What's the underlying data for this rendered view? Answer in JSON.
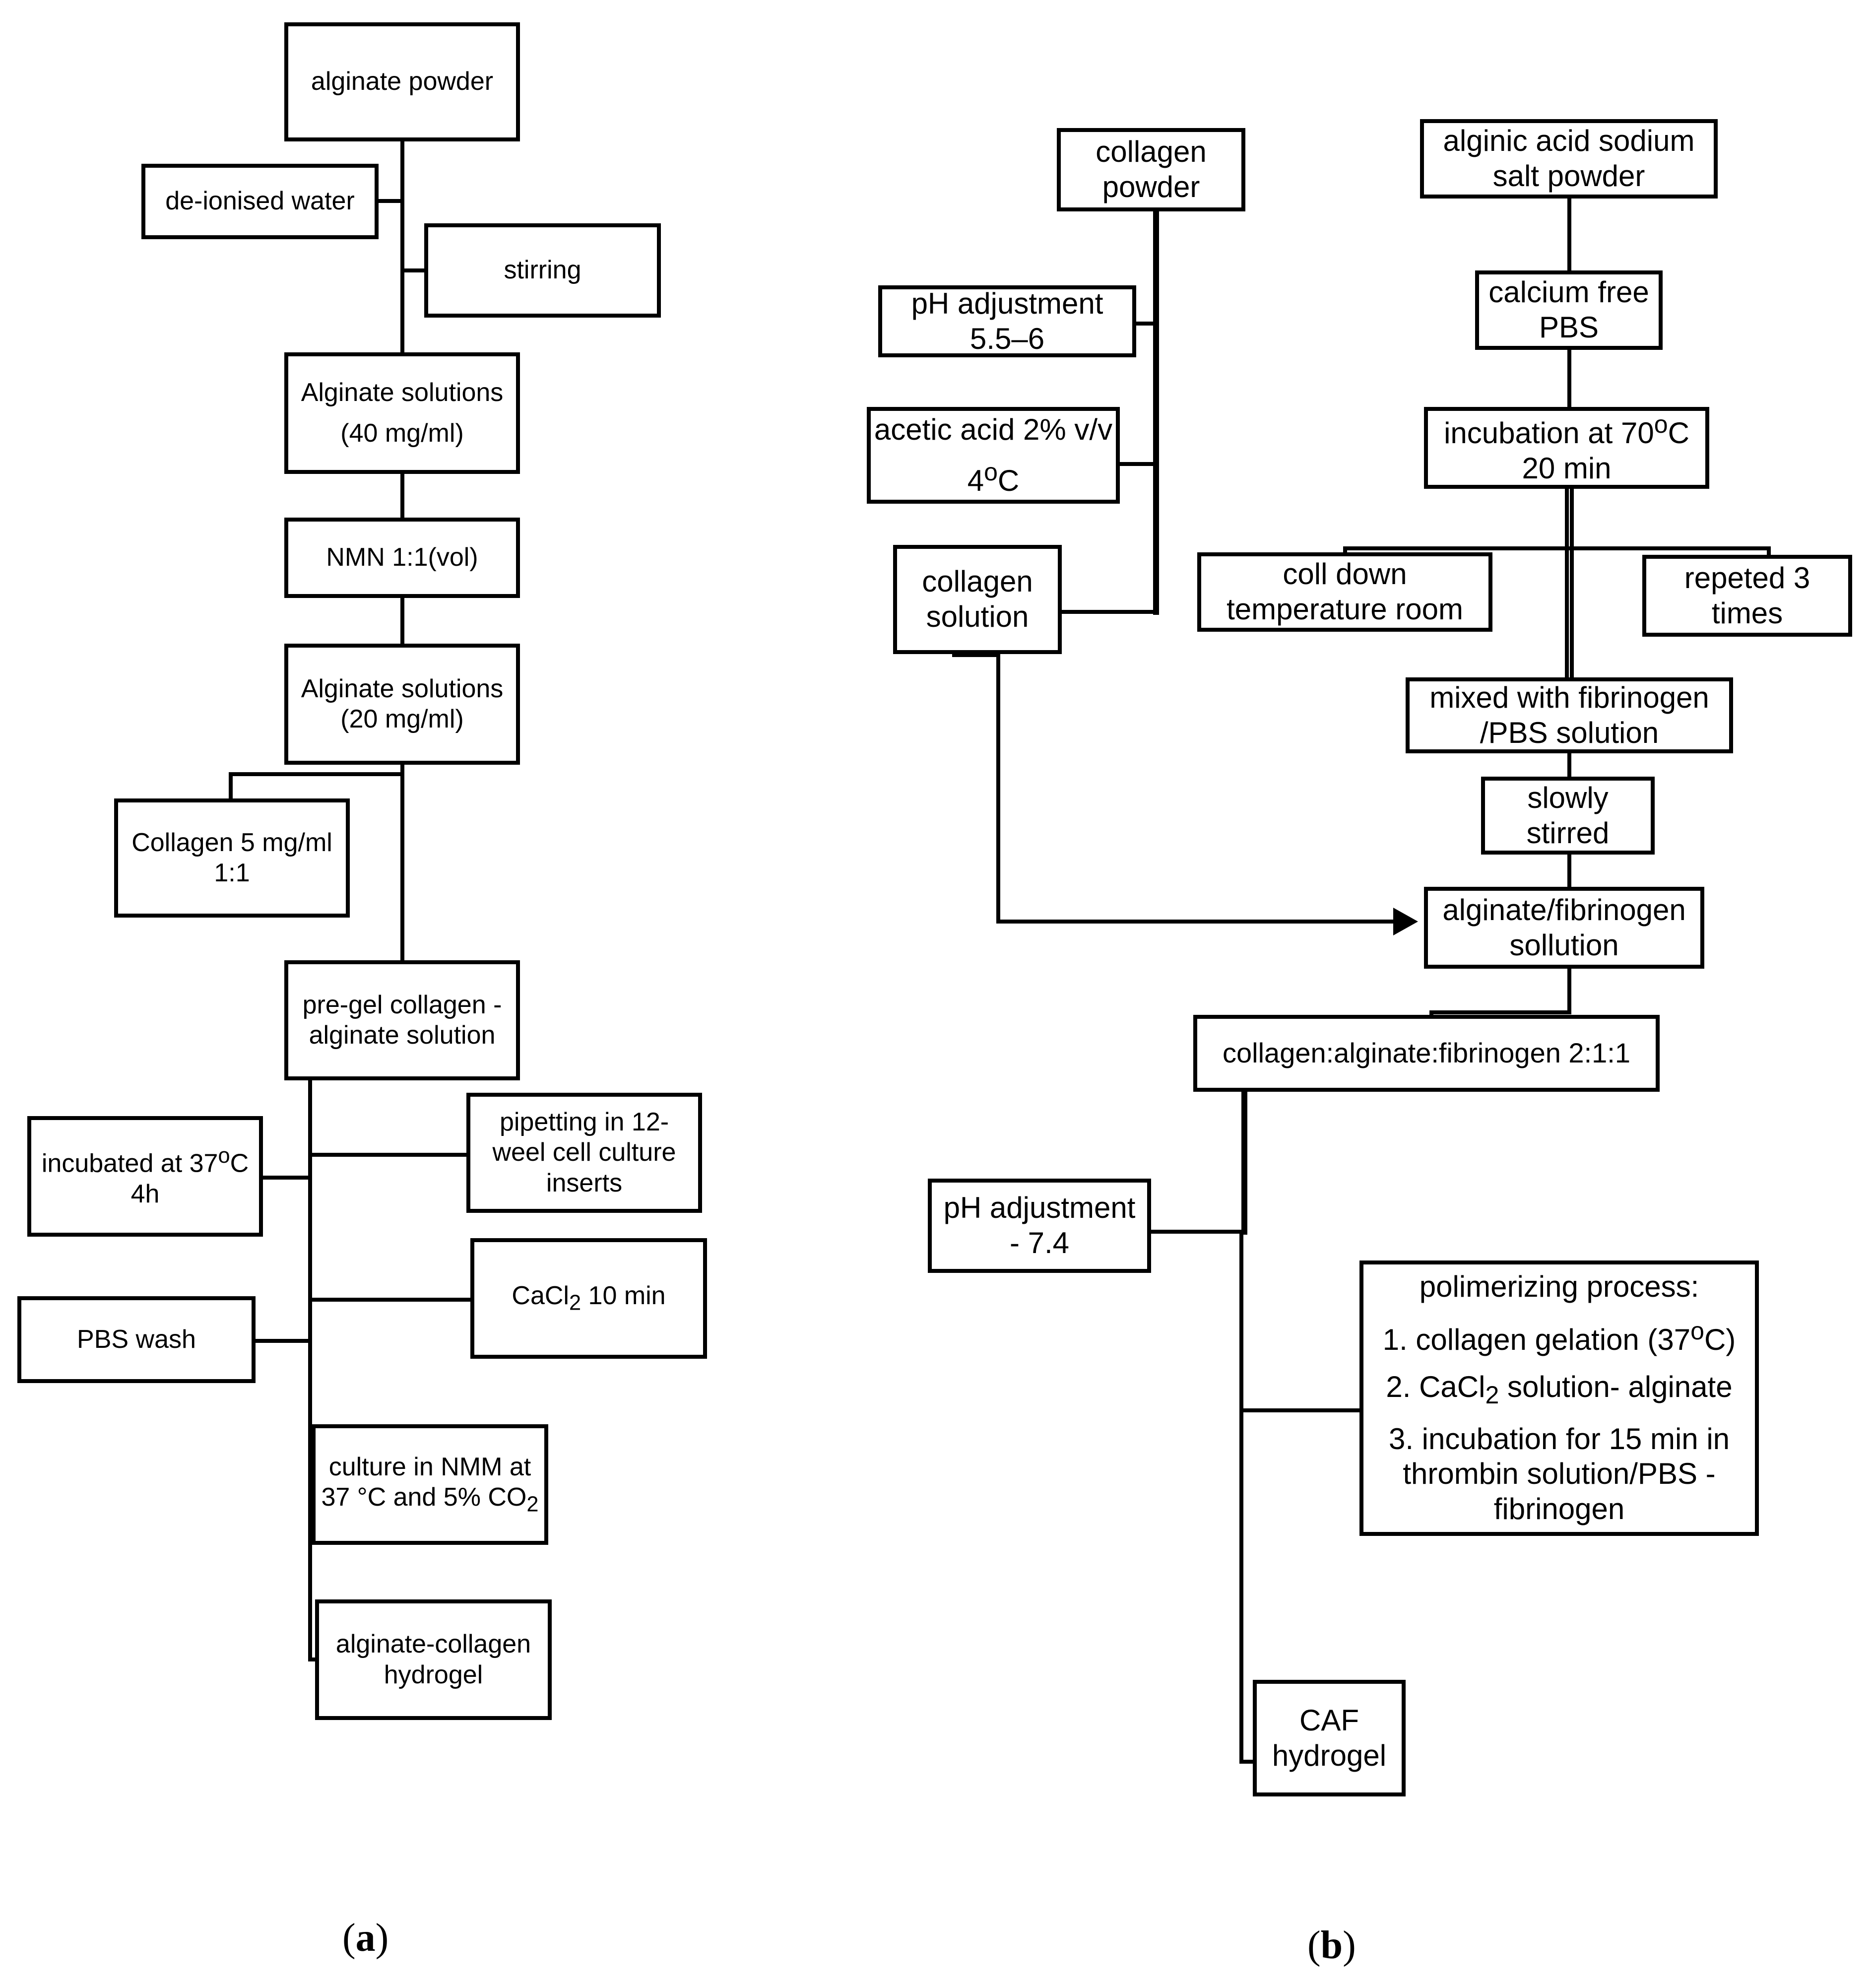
{
  "panel_a": {
    "label_open": "(",
    "label_letter": "a",
    "label_close": ")",
    "alginate_powder": "alginate powder",
    "deionised_water": "de-ionised water",
    "stirring": "stirring",
    "alg_sol_40_l1": "Alginate solutions",
    "alg_sol_40_l2": "(40 mg/ml)",
    "nmn": "NMN 1:1(vol)",
    "alg_sol_20_l1": "Alginate solutions",
    "alg_sol_20_l2": "(20 mg/ml)",
    "collagen_l1": "Collagen 5 mg/ml",
    "collagen_l2": "1:1",
    "pregel_l1": "pre-gel  collagen -",
    "pregel_l2": "alginate solution",
    "incubated_l1": "incubated at 37",
    "incubated_sup": "o",
    "incubated_l1b": "C",
    "incubated_l2": "4h",
    "pipetting_l1": "pipetting in 12-",
    "pipetting_l2": "weel cell culture",
    "pipetting_l3": "inserts",
    "cacl_pre": "CaCl",
    "cacl_sub": "2",
    "cacl_post": " 10 min",
    "pbs_wash": "PBS wash",
    "culture_l1": "culture in NMM at",
    "culture_l2": "37 °C and 5% CO",
    "culture_sub": "2",
    "hydrogel_l1": "alginate-collagen",
    "hydrogel_l2": "hydrogel"
  },
  "panel_b": {
    "label_open": "(",
    "label_letter": "b",
    "label_close": ")",
    "collagen_powder_l1": "collagen",
    "collagen_powder_l2": "powder",
    "ph_adj_l1": "pH adjustment",
    "ph_adj_l2": "5.5–6",
    "acetic_l1": "acetic acid 2% v/v",
    "acetic_l2a": "4",
    "acetic_sup": "o",
    "acetic_l2b": "C",
    "collagen_solution_l1": "collagen",
    "collagen_solution_l2": "solution",
    "alginic_l1": "alginic acid sodium",
    "alginic_l2": "salt powder",
    "calcium_l1": "calcium free",
    "calcium_l2": "PBS",
    "incubation_l1": "incubation at 70",
    "incubation_sup": "o",
    "incubation_l1b": "C",
    "incubation_l2": "20 min",
    "cool_l1": "coll down",
    "cool_l2": "temperature room",
    "repeated_l1": "repeted 3",
    "repeated_l2": "times",
    "mixed_l1": "mixed with fibrinogen",
    "mixed_l2": "/PBS solution",
    "stirred_l1": "slowly",
    "stirred_l2": "stirred",
    "alg_fib_l1": "alginate/fibrinogen",
    "alg_fib_l2": "sollution",
    "ratio": "collagen:alginate:fibrinogen 2:1:1",
    "ph74_l1": "pH adjustment",
    "ph74_l2": "- 7.4",
    "poly_title": "polimerizing process:",
    "poly_1a": "1. collagen gelation (37",
    "poly_1sup": "o",
    "poly_1b": "C)",
    "poly_2a": "2. CaCl",
    "poly_2sub": "2",
    "poly_2b": " solution- alginate",
    "poly_3_l1": "3. incubation for 15 min in",
    "poly_3_l2": "thrombin solution/PBS -",
    "poly_3_l3": "fibrinogen",
    "caf_l1": "CAF",
    "caf_l2": "hydrogel"
  }
}
